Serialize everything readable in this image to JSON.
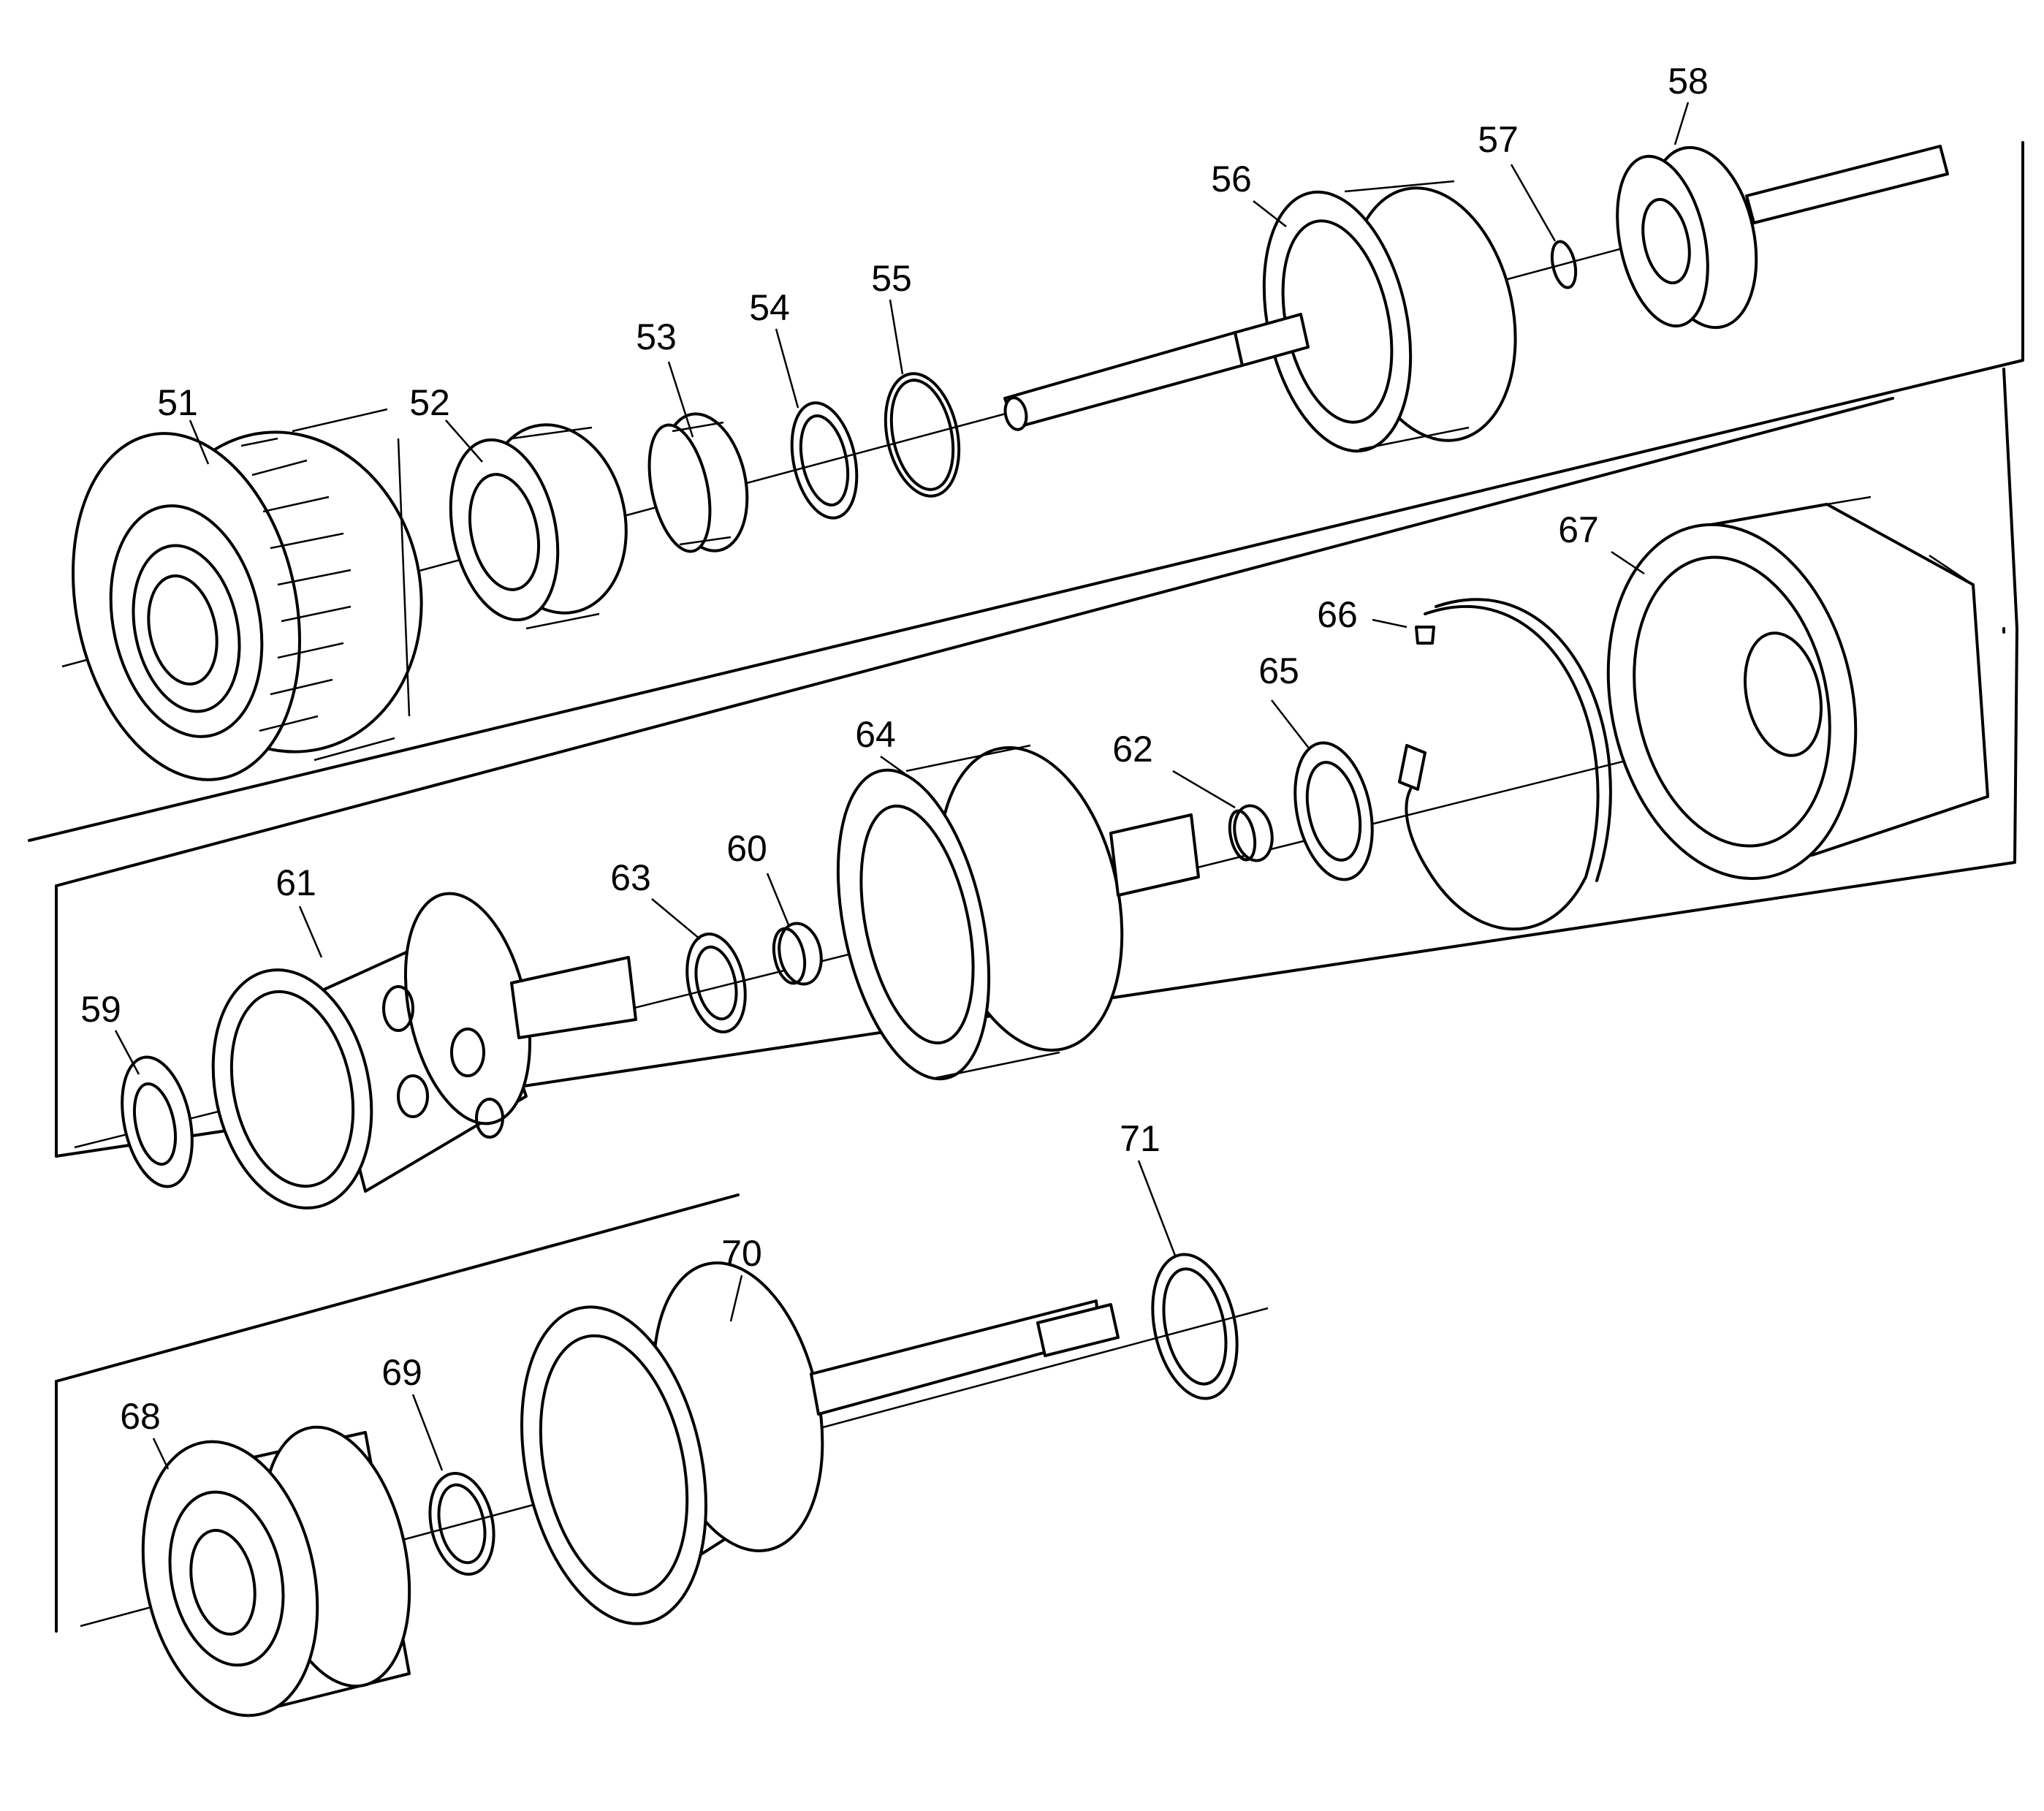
{
  "colors": {
    "ink": "#000000",
    "paper": "#ffffff",
    "shade": "#222222"
  },
  "callouts": [
    {
      "id": "51",
      "label": "51",
      "part": "51"
    },
    {
      "id": "52",
      "label": "52",
      "part": "52"
    },
    {
      "id": "53",
      "label": "53",
      "part": "53"
    },
    {
      "id": "54",
      "label": "54",
      "part": "54"
    },
    {
      "id": "55",
      "label": "55",
      "part": "55"
    },
    {
      "id": "56",
      "label": "56",
      "part": "56"
    },
    {
      "id": "57",
      "label": "57",
      "part": "57"
    },
    {
      "id": "58",
      "label": "58",
      "part": "58"
    },
    {
      "id": "59",
      "label": "59",
      "part": "59"
    },
    {
      "id": "60",
      "label": "60",
      "part": "60"
    },
    {
      "id": "61",
      "label": "61",
      "part": "61"
    },
    {
      "id": "62",
      "label": "62",
      "part": "62"
    },
    {
      "id": "63",
      "label": "63",
      "part": "63"
    },
    {
      "id": "64",
      "label": "64",
      "part": "64"
    },
    {
      "id": "65",
      "label": "65",
      "part": "65"
    },
    {
      "id": "66",
      "label": "66",
      "part": "66"
    },
    {
      "id": "67",
      "label": "67",
      "part": "67"
    },
    {
      "id": "68",
      "label": "68",
      "part": "68"
    },
    {
      "id": "69",
      "label": "69",
      "part": "69"
    },
    {
      "id": "70",
      "label": "70",
      "part": "70"
    },
    {
      "id": "71",
      "label": "71",
      "part": "71"
    }
  ]
}
